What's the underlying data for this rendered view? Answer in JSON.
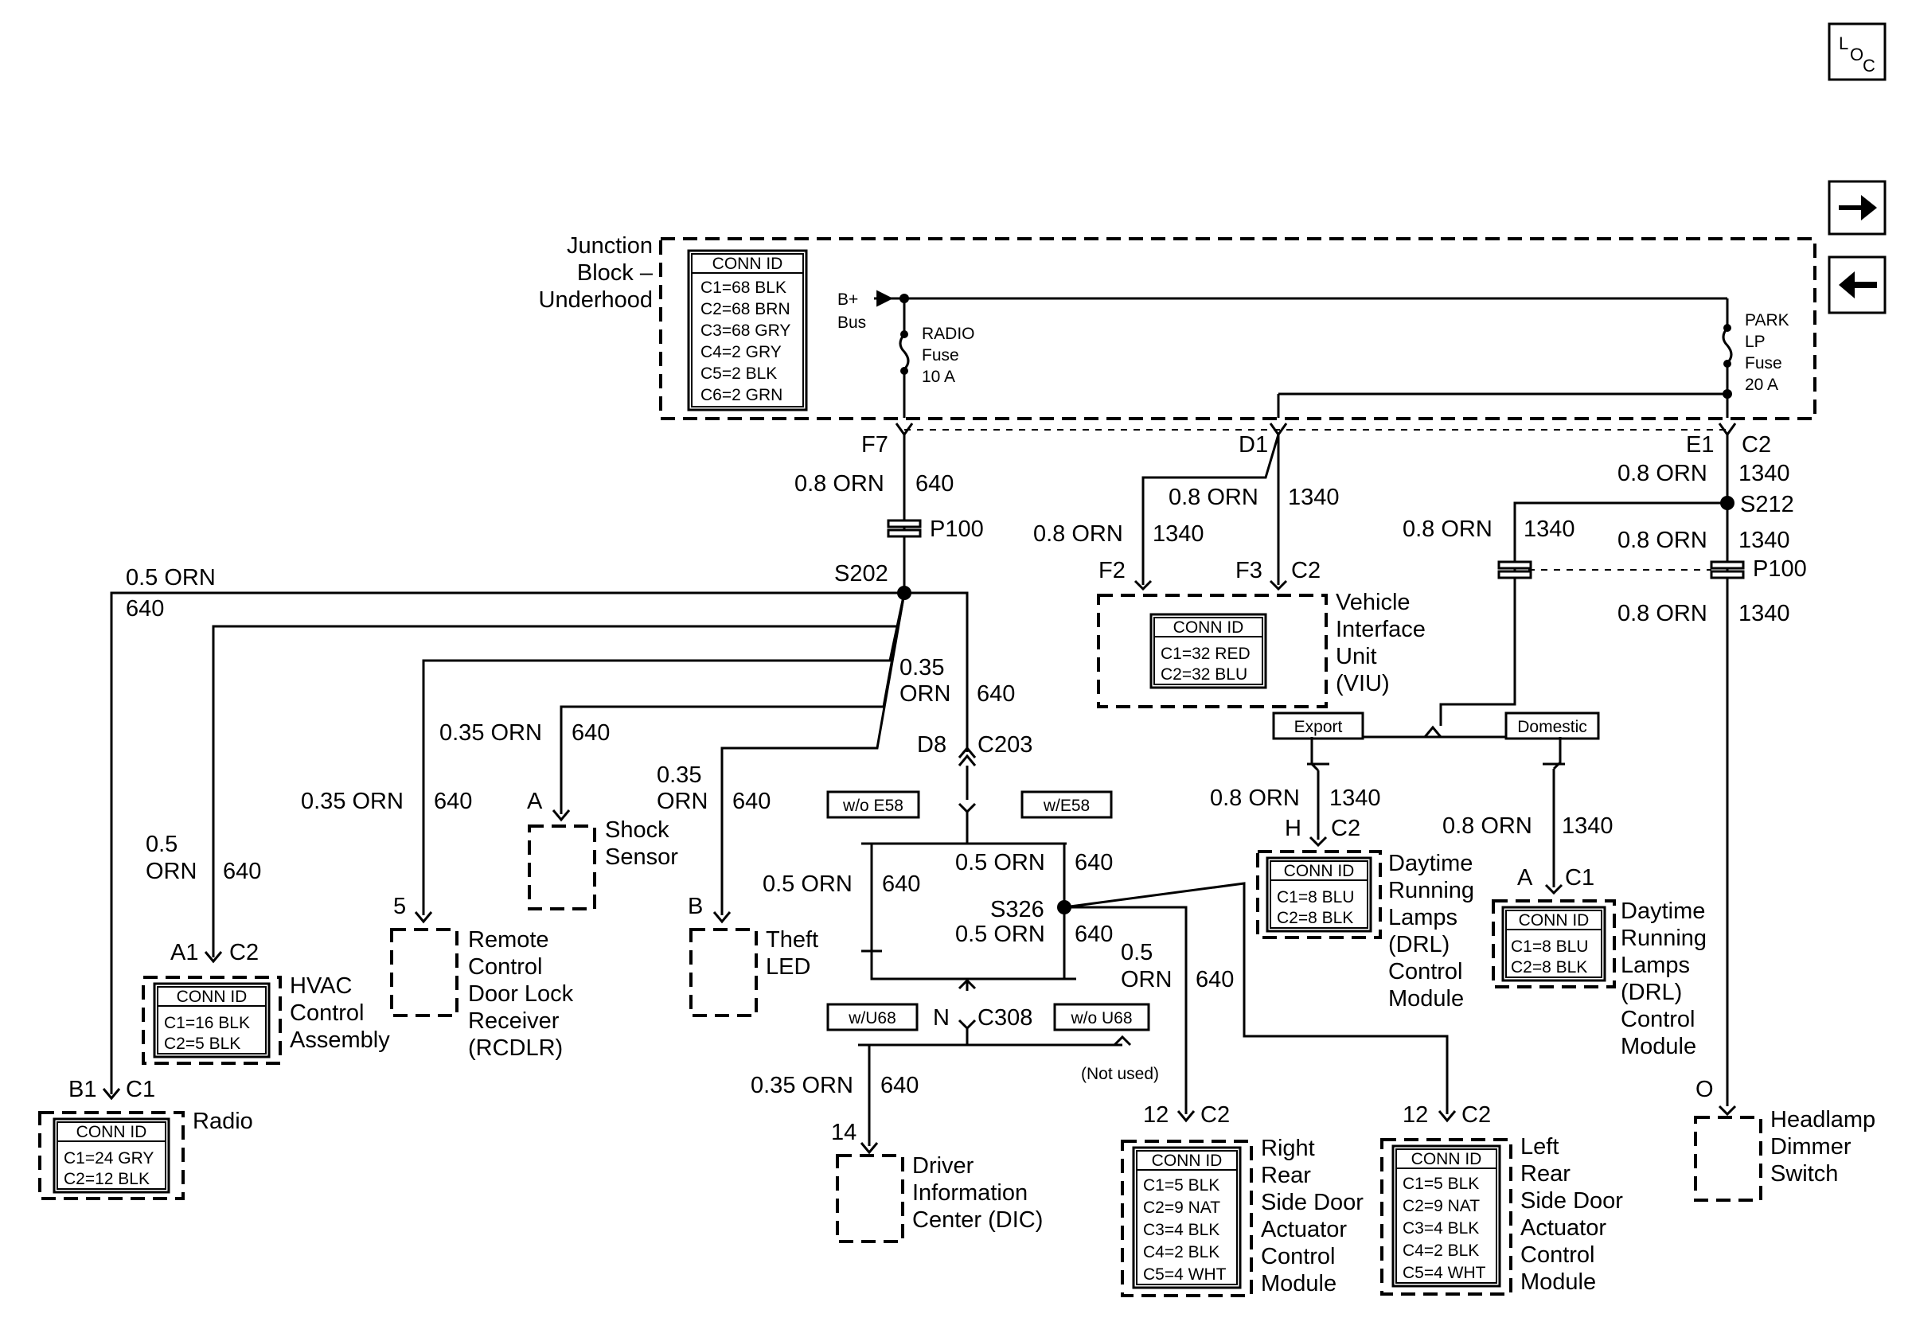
{
  "navigation": {
    "loc_button": "LOC",
    "next_icon": "arrow-right-icon",
    "prev_icon": "arrow-left-icon"
  },
  "junction_block": {
    "name_line1": "Junction",
    "name_line2": "Block –",
    "name_line3": "Underhood",
    "conn_id_title": "CONN ID",
    "conn_ids": [
      "C1=68 BLK",
      "C2=68 BRN",
      "C3=68 GRY",
      "C4=2 GRY",
      "C5=2 BLK",
      "C6=2 GRN"
    ],
    "bus_line1": "B+",
    "bus_line2": "Bus",
    "radio_fuse": [
      "RADIO",
      "Fuse",
      "10 A"
    ],
    "park_fuse": [
      "PARK",
      "LP",
      "Fuse",
      "20 A"
    ]
  },
  "wires": {
    "f7": "F7",
    "d1": "D1",
    "e1": "E1",
    "c2_top": "C2",
    "orn08": "0.8 ORN",
    "orn05": "0.5 ORN",
    "orn035": "0.35 ORN",
    "orn035_a": "0.35",
    "orn035_b": "ORN",
    "orn05_a": "0.5",
    "orn05_b": "ORN",
    "ckt640": "640",
    "ckt1340": "1340",
    "p100": "P100",
    "s202": "S202",
    "s212": "S212",
    "s326": "S326",
    "d8": "D8",
    "c203": "C203",
    "n": "N",
    "c308": "C308",
    "w_o_e58": "w/o E58",
    "w_e58": "w/E58",
    "w_u68": "w/U68",
    "w_o_u68": "w/o U68",
    "not_used": "(Not used)",
    "export": "Export",
    "domestic": "Domestic",
    "f2": "F2",
    "f3": "F3",
    "c2": "C2",
    "c1": "C1",
    "h": "H",
    "a": "A",
    "a1": "A1",
    "b1": "B1",
    "b": "B",
    "pin5": "5",
    "pin12": "12",
    "pin14": "14",
    "pin_o": "O"
  },
  "components": {
    "conn_id_title": "CONN ID",
    "viu": {
      "name": [
        "Vehicle",
        "Interface",
        "Unit",
        "(VIU)"
      ],
      "conn_ids": [
        "C1=32 RED",
        "C2=32 BLU"
      ]
    },
    "hvac": {
      "name": [
        "HVAC",
        "Control",
        "Assembly"
      ],
      "conn_ids": [
        "C1=16 BLK",
        "C2=5 BLK"
      ]
    },
    "radio": {
      "name": [
        "Radio"
      ],
      "conn_ids": [
        "C1=24 GRY",
        "C2=12 BLK"
      ]
    },
    "rcdlr": {
      "name": [
        "Remote",
        "Control",
        "Door Lock",
        "Receiver",
        "(RCDLR)"
      ]
    },
    "shock": {
      "name": [
        "Shock",
        "Sensor"
      ]
    },
    "theft": {
      "name": [
        "Theft",
        "LED"
      ]
    },
    "dic": {
      "name": [
        "Driver",
        "Information",
        "Center (DIC)"
      ]
    },
    "drl_export": {
      "name": [
        "Daytime",
        "Running",
        "Lamps",
        "(DRL)",
        "Control",
        "Module"
      ],
      "conn_ids": [
        "C1=8 BLU",
        "C2=8 BLK"
      ]
    },
    "drl_domestic": {
      "name": [
        "Daytime",
        "Running",
        "Lamps",
        "(DRL)",
        "Control",
        "Module"
      ],
      "conn_ids": [
        "C1=8 BLU",
        "C2=8 BLK"
      ]
    },
    "right_rear": {
      "name": [
        "Right",
        "Rear",
        "Side Door",
        "Actuator",
        "Control",
        "Module"
      ],
      "conn_ids": [
        "C1=5 BLK",
        "C2=9 NAT",
        "C3=4 BLK",
        "C4=2 BLK",
        "C5=4 WHT"
      ]
    },
    "left_rear": {
      "name": [
        "Left",
        "Rear",
        "Side Door",
        "Actuator",
        "Control",
        "Module"
      ],
      "conn_ids": [
        "C1=5 BLK",
        "C2=9 NAT",
        "C3=4 BLK",
        "C4=2 BLK",
        "C5=4 WHT"
      ]
    },
    "headlamp": {
      "name": [
        "Headlamp",
        "Dimmer",
        "Switch"
      ]
    }
  }
}
